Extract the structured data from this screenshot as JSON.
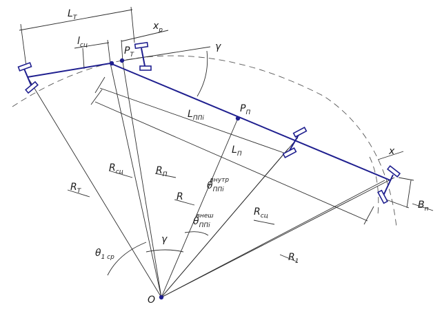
{
  "colors": {
    "vehicle": "#1f1f8f",
    "lines": "#2b2b2b",
    "dashed": "#555555",
    "point": "#1f1f8f"
  },
  "labels": {
    "LT": "L",
    "LT_sub": "T",
    "xp": "x",
    "xp_sub": "p",
    "lsc": "l",
    "lsc_sub": "сц",
    "PT": "P",
    "PT_sub": "T",
    "gamma_top": "γ",
    "Lppi": "L",
    "Lppi_sub": "ППі",
    "Pp": "P",
    "Pp_sub": "П",
    "Lp": "L",
    "Lp_sub": "П",
    "x": "x",
    "Bp": "B",
    "Bp_sub": "п",
    "RT": "R",
    "RT_sub": "T",
    "Rsc_left": "R",
    "Rsc_left_sub": "сц",
    "Rp": "R",
    "Rp_sub": "П",
    "R": "R",
    "theta_inner": "θ",
    "theta_inner_sub": "ППі",
    "theta_inner_sup": "внутр",
    "theta_outer": "θ",
    "theta_outer_sub": "ППі",
    "theta_outer_sup": "внеш",
    "Rsc_right": "R",
    "Rsc_right_sub": "сц",
    "R1": "R",
    "R1_sub": "1",
    "theta1": "θ",
    "theta1_sub": "1 ср",
    "gamma_bottom": "γ",
    "O": "O"
  }
}
